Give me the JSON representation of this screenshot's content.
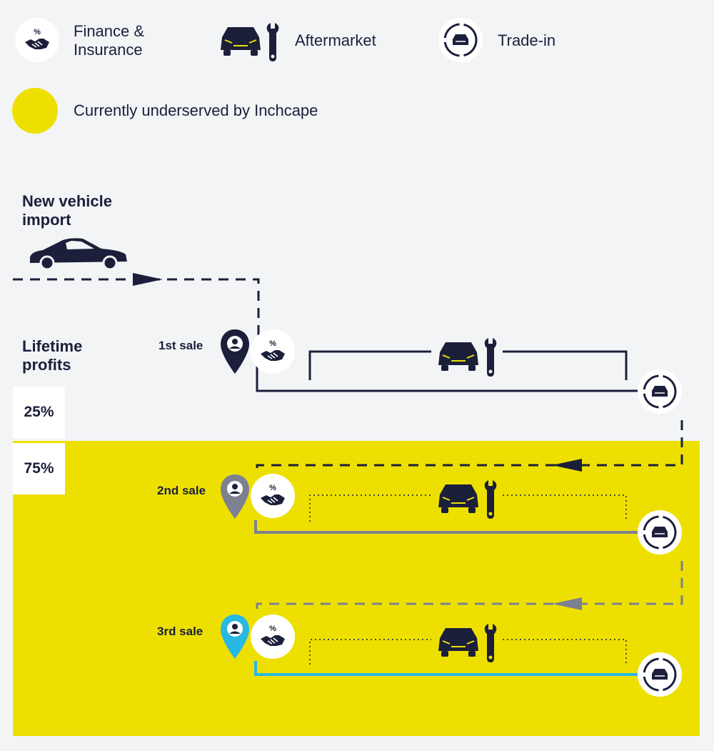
{
  "colors": {
    "navy": "#1b1f3a",
    "yellow": "#ede000",
    "grey": "#7d8090",
    "cyan": "#27b8e3",
    "background": "#f3f4f6"
  },
  "legend": {
    "finance_label": "Finance &\nInsurance",
    "finance_icon": "handshake-percent-icon",
    "aftermarket_label": "Aftermarket",
    "aftermarket_icon": "car-wrench-icon",
    "tradein_label": "Trade-in",
    "tradein_icon": "car-cycle-icon",
    "underserved_label": "Currently underserved by Inchcape"
  },
  "flow": {
    "new_vehicle_import": "New vehicle\nimport",
    "lifetime_profits": "Lifetime\nprofits",
    "share_first_sale": "25%",
    "share_later_sales": "75%",
    "sales": [
      {
        "label": "1st sale",
        "pin_color": "#1b1f3a"
      },
      {
        "label": "2nd sale",
        "pin_color": "#7d8090"
      },
      {
        "label": "3rd sale",
        "pin_color": "#27b8e3"
      }
    ],
    "percent_symbol": "%"
  }
}
